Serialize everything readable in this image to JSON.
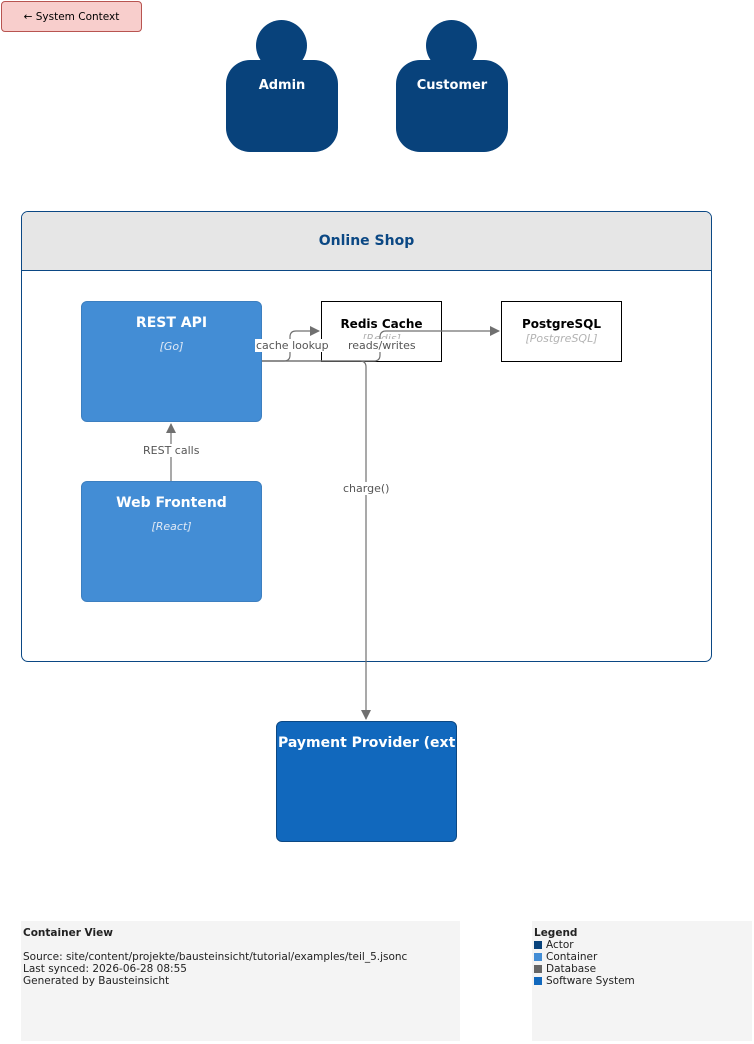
{
  "nav": {
    "back_label": "← System Context"
  },
  "actors": [
    {
      "label": "Admin"
    },
    {
      "label": "Customer"
    }
  ],
  "boundary": {
    "title": "Online Shop"
  },
  "containers": {
    "rest_api": {
      "title": "REST API",
      "tech": "[Go]"
    },
    "web_frontend": {
      "title": "Web Frontend",
      "tech": "[React]"
    }
  },
  "databases": {
    "redis": {
      "title": "Redis Cache",
      "tech": "[Redis]"
    },
    "postgres": {
      "title": "PostgreSQL",
      "tech": "[PostgreSQL]"
    }
  },
  "external": {
    "title": "Payment Provider (ext"
  },
  "edges": {
    "cache_lookup": "cache lookup",
    "reads_writes": "reads/writes",
    "rest_calls": "REST calls",
    "charge": "charge()"
  },
  "info": {
    "title": "Container View",
    "source": "Source: site/content/projekte/bausteinsicht/tutorial/examples/teil_5.jsonc",
    "synced": "Last synced: 2026-06-28 08:55",
    "generated": "Generated by Bausteinsicht"
  },
  "legend": {
    "title": "Legend",
    "items": [
      {
        "label": "Actor",
        "color": "#08427b"
      },
      {
        "label": "Container",
        "color": "#438dd5"
      },
      {
        "label": "Database",
        "color": "#666666"
      },
      {
        "label": "Software System",
        "color": "#1168bd"
      }
    ]
  },
  "colors": {
    "actor": "#08427b",
    "container": "#438dd5",
    "system": "#1168bd",
    "back_button": "#f8cecc",
    "edge": "#707070"
  }
}
